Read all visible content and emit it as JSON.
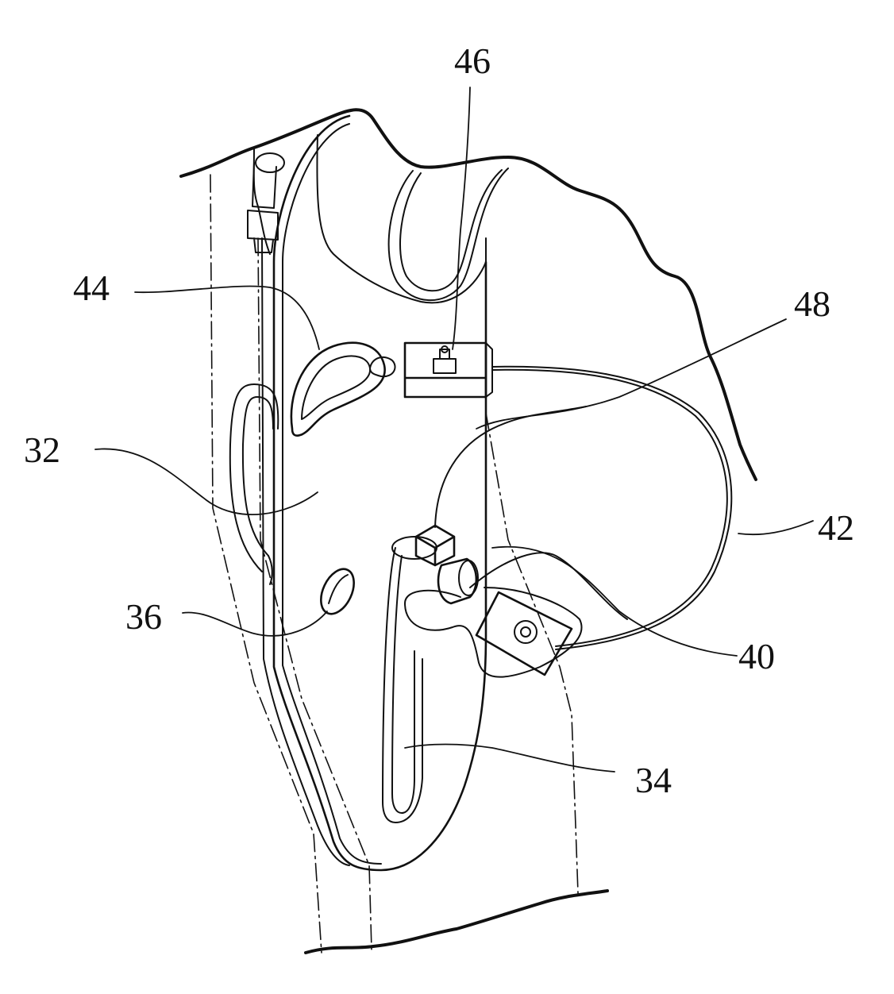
{
  "figure": {
    "labels": {
      "n46": "46",
      "n44": "44",
      "n48": "48",
      "n32": "32",
      "n42": "42",
      "n36": "36",
      "n40": "40",
      "n34": "34"
    }
  }
}
